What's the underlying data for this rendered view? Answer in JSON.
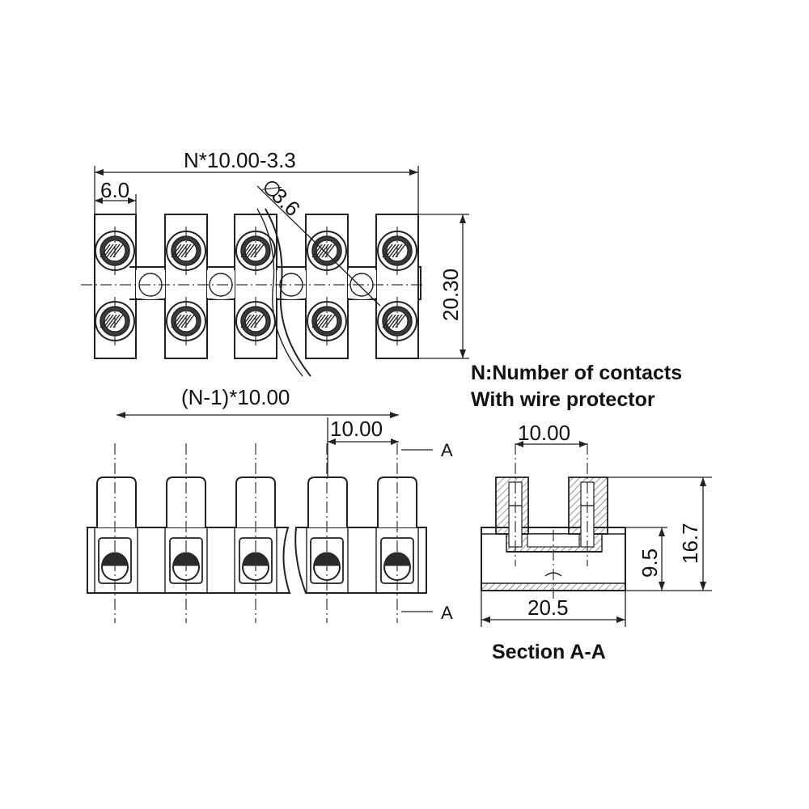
{
  "dimensions": {
    "overall_length": "N*10.00-3.3",
    "end_width": "6.0",
    "hole_diameter": "3.6",
    "hole_diameter_symbol": "∅",
    "height_top_view": "20.30",
    "pitch_total": "(N-1)*10.00",
    "pitch_front": "10.00",
    "pitch_section": "10.00",
    "section_width": "20.5",
    "section_height_inner": "9.5",
    "section_height_total": "16.7"
  },
  "notes": {
    "contacts": "N:Number of contacts",
    "protector": "With wire protector"
  },
  "section": {
    "marker_top": "A",
    "marker_bottom": "A",
    "title": "Section A-A"
  }
}
